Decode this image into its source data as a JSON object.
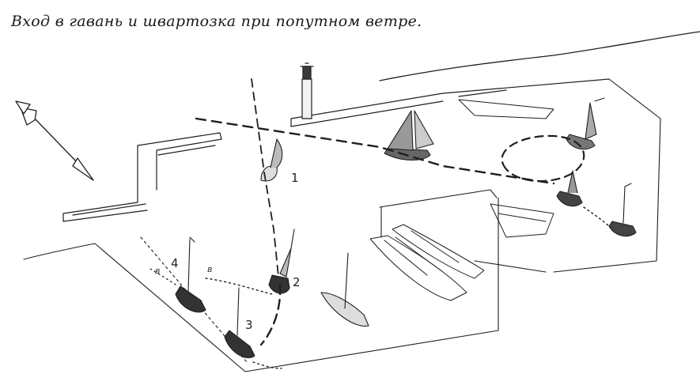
{
  "caption": "Вход в гавань и швартозка при попутном ветре.",
  "labels": {
    "step_1": "1",
    "step_2": "2",
    "step_3": "3",
    "step_4": "4",
    "wake_a": "в",
    "wake_b": "в"
  },
  "icons": {
    "wind_arrow": "wind-direction-arrow-icon",
    "lighthouse": "lighthouse-icon"
  }
}
